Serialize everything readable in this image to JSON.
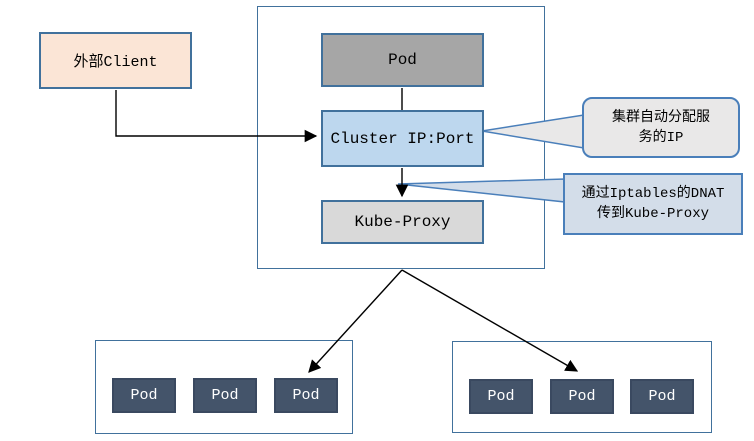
{
  "nodes": {
    "external_client": "外部Client",
    "pod": "Pod",
    "cluster_ip": "Cluster IP:Port",
    "kube_proxy": "Kube-Proxy"
  },
  "callouts": {
    "auto_assign": {
      "line1": "集群自动分配服",
      "line2": "务的IP"
    },
    "dnat": {
      "line1": "通过Iptables的DNAT",
      "line2": "传到Kube-Proxy"
    }
  },
  "worker_groups": {
    "left": {
      "pods": [
        "Pod",
        "Pod",
        "Pod"
      ]
    },
    "right": {
      "pods": [
        "Pod",
        "Pod",
        "Pod"
      ]
    }
  },
  "colors": {
    "box_border_blue": "#41719c",
    "client_fill": "#fbe5d6",
    "pod_gray_fill": "#a6a6a6",
    "cluster_ip_fill": "#bdd7ee",
    "kube_proxy_fill": "#d9d9d9",
    "callout_assign_fill": "#e9e8e8",
    "callout_dnat_fill": "#d3dde9",
    "callout_border": "#4a7fba",
    "dark_pod_fill": "#44546a",
    "dark_pod_text": "#ffffff",
    "connector": "#000000"
  }
}
